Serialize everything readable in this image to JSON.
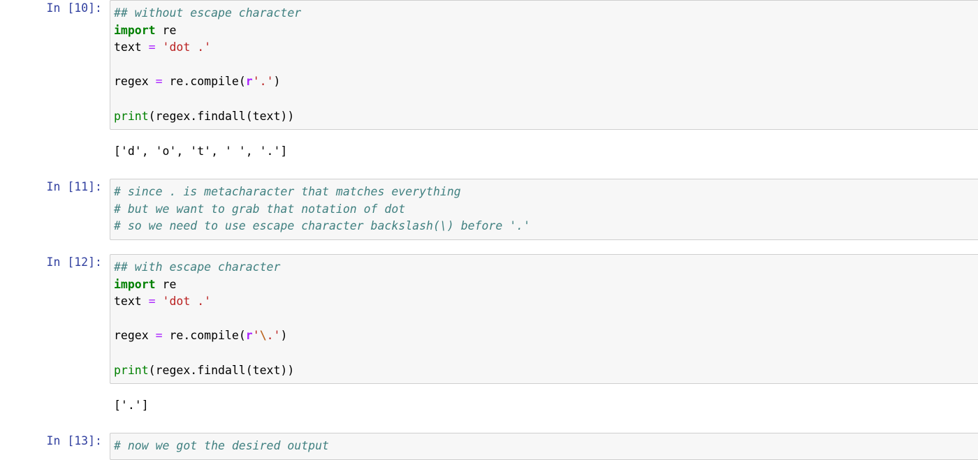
{
  "notebook": {
    "kernel_language": "python",
    "colors": {
      "input_background": "#f7f7f7",
      "input_border": "#cfcfcf",
      "page_background": "#ffffff",
      "prompt_in": "#303f9f",
      "comment": "#408080",
      "keyword": "#008000",
      "builtin": "#008000",
      "string": "#ba2121",
      "operator": "#aa22ff",
      "string_affix": "#aa22ff",
      "string_escape": "#bb6622",
      "plain_text": "#000000"
    },
    "cells": [
      {
        "id": "cell-10",
        "type": "code",
        "prompt": "In [10]:",
        "source_plain": "## without escape character\nimport re\ntext = 'dot .'\n\nregex = re.compile(r'.')\n\nprint(regex.findall(text))",
        "tokens": [
          [
            {
              "t": "## without escape character",
              "c": "tok-comment"
            }
          ],
          [
            {
              "t": "import",
              "c": "tok-keyword"
            },
            {
              "t": " re",
              "c": "tok-name"
            }
          ],
          [
            {
              "t": "text ",
              "c": "tok-name"
            },
            {
              "t": "=",
              "c": "tok-operator"
            },
            {
              "t": " ",
              "c": "tok-name"
            },
            {
              "t": "'dot .'",
              "c": "tok-string"
            }
          ],
          [],
          [
            {
              "t": "regex ",
              "c": "tok-name"
            },
            {
              "t": "=",
              "c": "tok-operator"
            },
            {
              "t": " re.compile(",
              "c": "tok-name"
            },
            {
              "t": "r",
              "c": "tok-affix"
            },
            {
              "t": "'.'",
              "c": "tok-string"
            },
            {
              "t": ")",
              "c": "tok-punct"
            }
          ],
          [],
          [
            {
              "t": "print",
              "c": "tok-builtin"
            },
            {
              "t": "(regex.findall(text))",
              "c": "tok-name"
            }
          ]
        ],
        "output": {
          "type": "stream",
          "text": "['d', 'o', 't', ' ', '.']"
        }
      },
      {
        "id": "cell-11",
        "type": "code",
        "prompt": "In [11]:",
        "source_plain": "# since . is metacharacter that matches everything\n# but we want to grab that notation of dot\n# so we need to use escape character backslash(\\) before '.'",
        "tokens": [
          [
            {
              "t": "# since . is metacharacter that matches everything",
              "c": "tok-comment"
            }
          ],
          [
            {
              "t": "# but we want to grab that notation of dot",
              "c": "tok-comment"
            }
          ],
          [
            {
              "t": "# so we need to use escape character backslash(\\) before '.'",
              "c": "tok-comment"
            }
          ]
        ],
        "output": null
      },
      {
        "id": "cell-12",
        "type": "code",
        "prompt": "In [12]:",
        "source_plain": "## with escape character\nimport re\ntext = 'dot .'\n\nregex = re.compile(r'\\.')\n\nprint(regex.findall(text))",
        "tokens": [
          [
            {
              "t": "## with escape character",
              "c": "tok-comment"
            }
          ],
          [
            {
              "t": "import",
              "c": "tok-keyword"
            },
            {
              "t": " re",
              "c": "tok-name"
            }
          ],
          [
            {
              "t": "text ",
              "c": "tok-name"
            },
            {
              "t": "=",
              "c": "tok-operator"
            },
            {
              "t": " ",
              "c": "tok-name"
            },
            {
              "t": "'dot .'",
              "c": "tok-string"
            }
          ],
          [],
          [
            {
              "t": "regex ",
              "c": "tok-name"
            },
            {
              "t": "=",
              "c": "tok-operator"
            },
            {
              "t": " re.compile(",
              "c": "tok-name"
            },
            {
              "t": "r",
              "c": "tok-affix"
            },
            {
              "t": "'",
              "c": "tok-string"
            },
            {
              "t": "\\",
              "c": "tok-escape"
            },
            {
              "t": ".'",
              "c": "tok-string"
            },
            {
              "t": ")",
              "c": "tok-punct"
            }
          ],
          [],
          [
            {
              "t": "print",
              "c": "tok-builtin"
            },
            {
              "t": "(regex.findall(text))",
              "c": "tok-name"
            }
          ]
        ],
        "output": {
          "type": "stream",
          "text": "['.']"
        }
      },
      {
        "id": "cell-13",
        "type": "code",
        "prompt": "In [13]:",
        "source_plain": "# now we got the desired output",
        "tokens": [
          [
            {
              "t": "# now we got the desired output",
              "c": "tok-comment"
            }
          ]
        ],
        "output": null
      }
    ]
  }
}
